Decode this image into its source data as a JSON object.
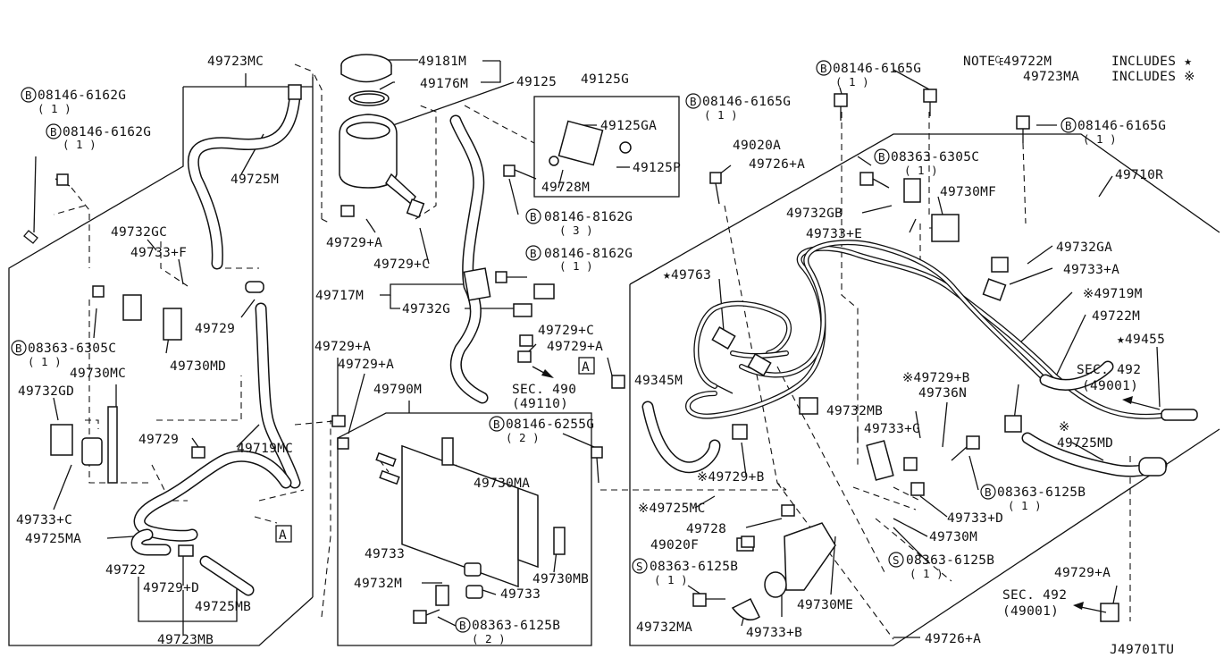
{
  "diagram_code": "J49701TU",
  "note": {
    "line1_left": "NOTE₠49722M",
    "line1_right": "INCLUDES ★",
    "line2_left": "49723MA",
    "line2_right": "INCLUDES ※"
  },
  "labels": {
    "p49723MC": "49723MC",
    "p49181M": "49181M",
    "p49176M": "49176M",
    "p49125": "49125",
    "p49125G": "49125G",
    "p49125GA": "49125GA",
    "p49125P": "49125P",
    "p49728M": "49728M",
    "b08146_6162G_a": "08146-6162G",
    "q1_a": "( 1 )",
    "b08146_6162G_b": "08146-6162G",
    "q1_b": "( 1 )",
    "p49725M": "49725M",
    "p49729A_1": "49729+A",
    "p49729C_1": "49729+C",
    "b08146_8162G_a": "08146-8162G",
    "q3": "( 3 )",
    "b08146_8162G_b": "08146-8162G",
    "q1_c": "( 1 )",
    "p49717M": "49717M",
    "p49732G": "49732G",
    "p49732GC": "49732GC",
    "p49733F": "49733+F",
    "p49729_a": "49729",
    "b08363_6305C_a": "08363-6305C",
    "q1_d": "( 1 )",
    "p49730MC": "49730MC",
    "p49730MD": "49730MD",
    "p49732GD": "49732GD",
    "p49729_b": "49729",
    "p49719MC": "49719MC",
    "p49733C": "49733+C",
    "p49725MA": "49725MA",
    "p49722": "49722",
    "p49729D": "49729+D",
    "p49725MB": "49725MB",
    "p49723MB": "49723MB",
    "p49729A_2": "49729+A",
    "p49729A_3": "49729+A",
    "p49790M": "49790M",
    "p49730MA": "49730MA",
    "p49733_a": "49733",
    "p49732M": "49732M",
    "p49733_b": "49733",
    "p49730MB": "49730MB",
    "b08363_6125B_a": "08363-6125B",
    "q2_a": "( 2 )",
    "p49729C_2": "49729+C",
    "p49729A_4": "49729+A",
    "sec490": "SEC. 490",
    "sec490_sub": "(49110)",
    "b08146_6255G": "08146-6255G",
    "q2_b": "( 2 )",
    "b08146_6165G_a": "08146-6165G",
    "q1_e": "( 1 )",
    "b08146_6165G_b": "08146-6165G",
    "q1_f": "( 1 )",
    "b08146_6165G_c": "08146-6165G",
    "q1_g": "( 1 )",
    "p49020A": "49020A",
    "p49726A_1": "49726+A",
    "b08363_6305C_b": "08363-6305C",
    "q1_h": "( 1 )",
    "p49710R": "49710R",
    "p49732GB": "49732GB",
    "p49730MF": "49730MF",
    "p49733E": "49733+E",
    "p49763": "★49763",
    "p49732GA": "49732GA",
    "p49733A": "49733+A",
    "p49719M": "※49719M",
    "p49722M": "49722M",
    "p49455": "★49455",
    "p49345M": "49345M",
    "p49729B_1": "※49729+B",
    "p49736N": "49736N",
    "sec492_a": "SEC. 492",
    "sec492_a_sub": "(49001)",
    "p49732MB": "49732MB",
    "p49733G": "49733+G",
    "star_mark": "※",
    "p49725MD": "49725MD",
    "p49729B_2": "※49729+B",
    "b08363_6125B_b": "08363-6125B",
    "q1_i": "( 1 )",
    "p49725MC": "※49725MC",
    "p49733D": "49733+D",
    "p49728": "49728",
    "p49730M": "49730M",
    "p49020F": "49020F",
    "s08363_6125B_a": "08363-6125B",
    "q1_j": "( 1 )",
    "s08363_6125B_b": "08363-6125B",
    "q1_k": "( 1 )",
    "p49729A_5": "49729+A",
    "p49732MA": "49732MA",
    "p49730ME": "49730ME",
    "sec492_b": "SEC. 492",
    "sec492_b_sub": "(49001)",
    "p49733B": "49733+B",
    "p49726A_2": "49726+A",
    "ref_a": "A",
    "b_letter": "B",
    "s_letter": "S"
  }
}
